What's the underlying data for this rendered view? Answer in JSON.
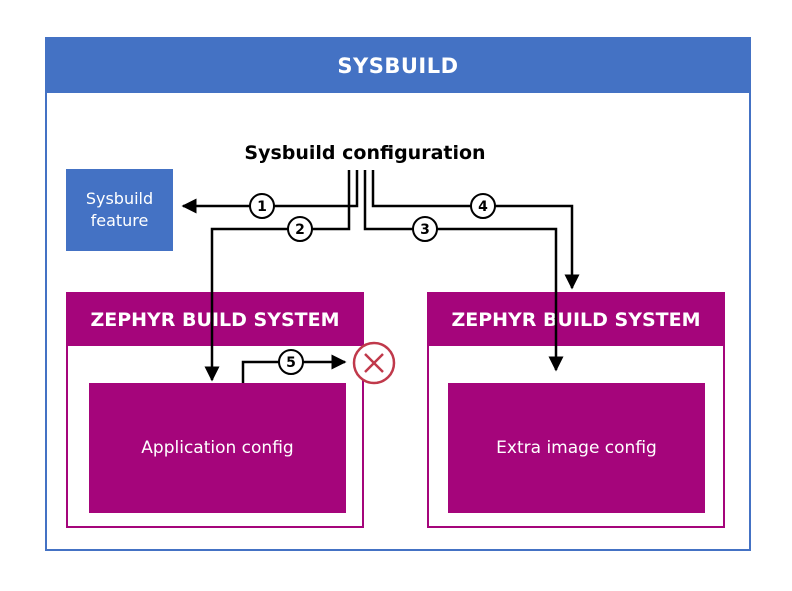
{
  "outer": {
    "title": "SYSBUILD"
  },
  "config_title": "Sysbuild configuration",
  "feature": {
    "line1": "Sysbuild",
    "line2": "feature"
  },
  "left_system": {
    "title": "ZEPHYR BUILD SYSTEM",
    "inner": "Application config"
  },
  "right_system": {
    "title": "ZEPHYR BUILD SYSTEM",
    "inner": "Extra image config"
  },
  "steps": [
    "1",
    "2",
    "3",
    "4",
    "5"
  ],
  "colors": {
    "blue": "#4472c4",
    "magenta": "#a5057b",
    "reject": "#c0394b"
  },
  "icons": {
    "reject": "close-circle-icon"
  }
}
